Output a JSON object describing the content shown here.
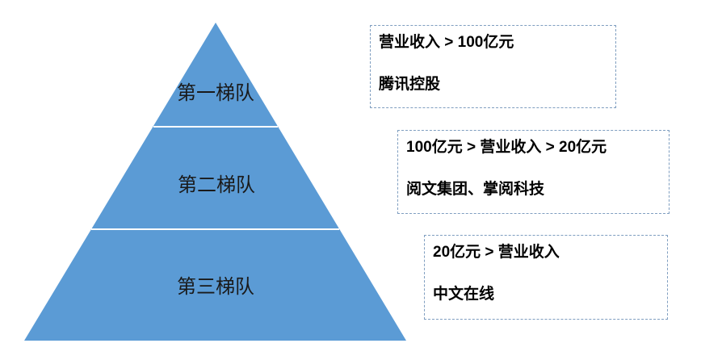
{
  "colors": {
    "pyramid_fill": "#5B9BD5",
    "divider_line": "#FFFFFF",
    "box_border": "#7F9EC0",
    "text_dark": "#1A1A1A"
  },
  "pyramid": {
    "tiers": [
      {
        "label": "第一梯队"
      },
      {
        "label": "第二梯队"
      },
      {
        "label": "第三梯队"
      }
    ]
  },
  "info_boxes": [
    {
      "criteria": "营业收入 > 100亿元",
      "companies": "腾讯控股"
    },
    {
      "criteria": "100亿元 > 营业收入 > 20亿元",
      "companies": "阅文集团、掌阅科技"
    },
    {
      "criteria": "20亿元 > 营业收入",
      "companies": "中文在线"
    }
  ]
}
